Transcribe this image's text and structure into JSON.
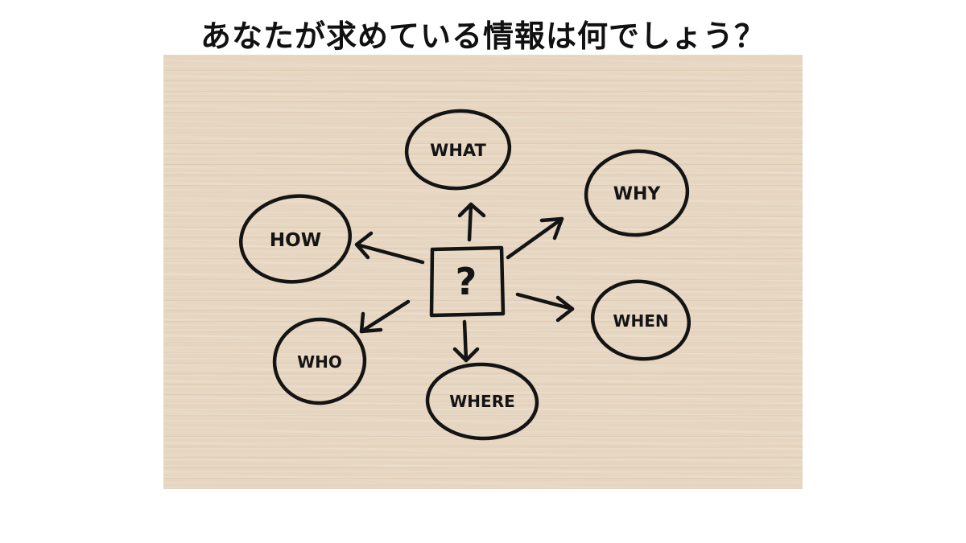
{
  "title": "あなたが求めている情報は何でしょう？",
  "center_symbol": "?",
  "nodes": [
    "WHAT",
    "WHY",
    "HOW",
    "WHEN",
    "WHO",
    "WHERE"
  ],
  "colors": {
    "ink": "#141414",
    "board": "#e6d6c1",
    "background": "#ffffff"
  }
}
